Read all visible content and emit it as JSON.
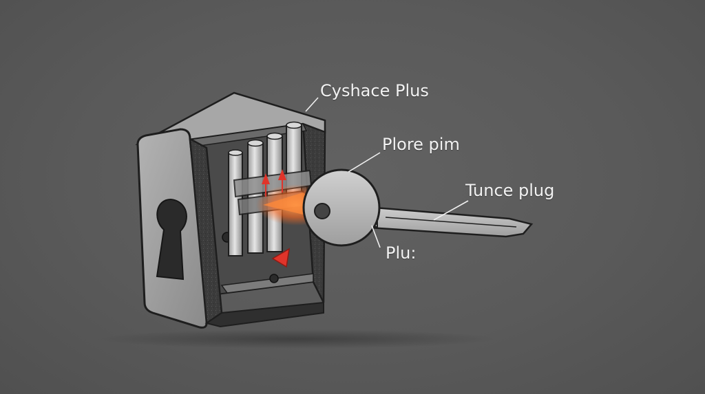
{
  "labels": {
    "top": "Cyshace Plus",
    "key_bow": "Plore pim",
    "blade": "Tunce plug",
    "lower": "Plu:"
  },
  "colors": {
    "background": "#595959",
    "lock_body": "#8c8c8c",
    "lock_face": "#a8a8a8",
    "lock_stone": "#3a3a3a",
    "key_metal": "#b9b9b9",
    "heat_glow": "#ff7a2a",
    "arrow_red": "#e0342a",
    "label_text": "#f2f2f2"
  }
}
